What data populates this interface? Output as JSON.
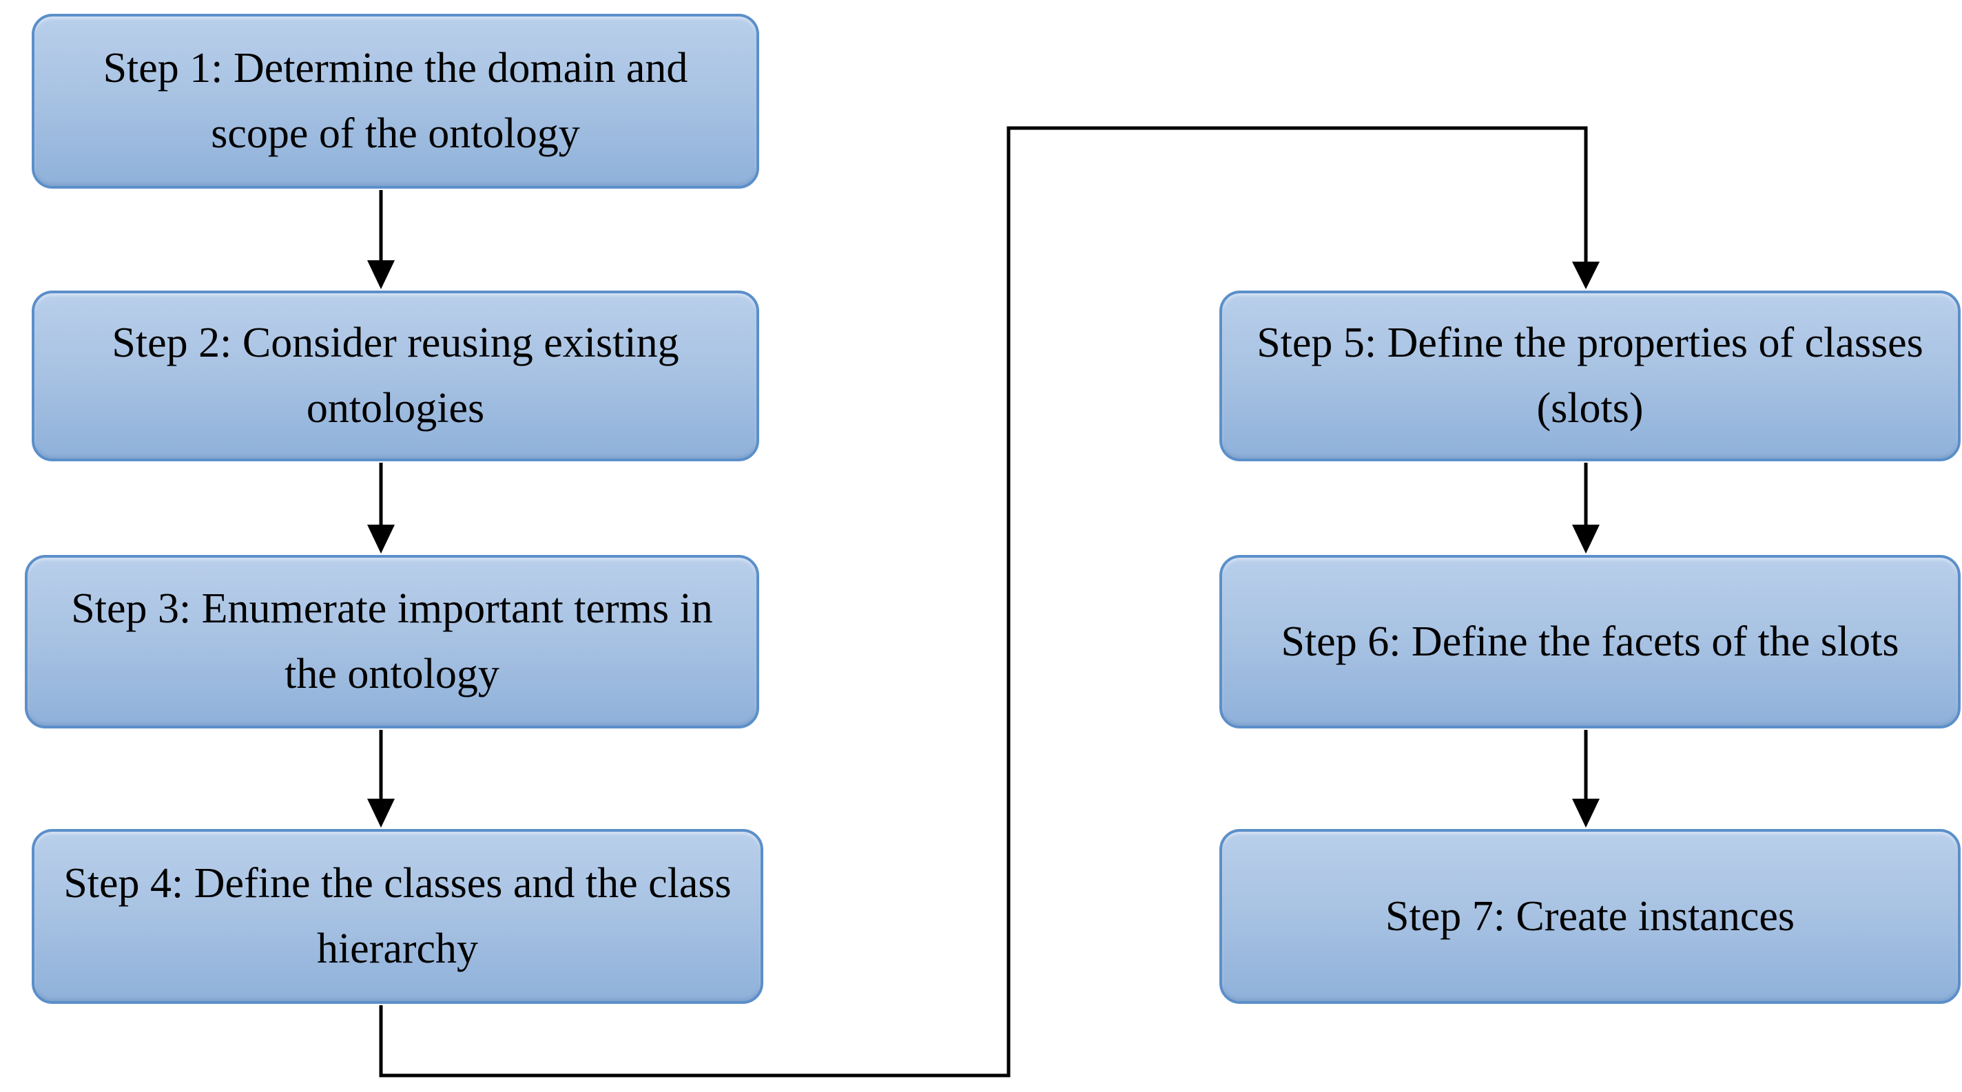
{
  "diagram": {
    "type": "flowchart",
    "description_visible_text_only": true
  },
  "colors": {
    "box-fill-top": "#b9cfeb",
    "box-fill-bottom": "#8fb1da",
    "box-border": "#5b8fca",
    "connector": "#000000",
    "text": "#000000",
    "bg": "#ffffff"
  },
  "steps": [
    {
      "id": "step-1",
      "label": "Step 1: Determine the domain and scope of the ontology"
    },
    {
      "id": "step-2",
      "label": "Step 2: Consider reusing existing ontologies"
    },
    {
      "id": "step-3",
      "label": "Step 3: Enumerate important terms in the ontology"
    },
    {
      "id": "step-4",
      "label": "Step 4: Define the classes and the class hierarchy"
    },
    {
      "id": "step-5",
      "label": "Step 5: Define the properties of classes (slots)"
    },
    {
      "id": "step-6",
      "label": "Step 6: Define the facets of the slots"
    },
    {
      "id": "step-7",
      "label": "Step 7: Create instances"
    }
  ],
  "connections": [
    {
      "from": "step-1",
      "to": "step-2",
      "style": "straight-down-arrow"
    },
    {
      "from": "step-2",
      "to": "step-3",
      "style": "straight-down-arrow"
    },
    {
      "from": "step-3",
      "to": "step-4",
      "style": "straight-down-arrow"
    },
    {
      "from": "step-4",
      "to": "step-5",
      "style": "routed-elbow-arrow"
    },
    {
      "from": "step-5",
      "to": "step-6",
      "style": "straight-down-arrow"
    },
    {
      "from": "step-6",
      "to": "step-7",
      "style": "straight-down-arrow"
    }
  ]
}
